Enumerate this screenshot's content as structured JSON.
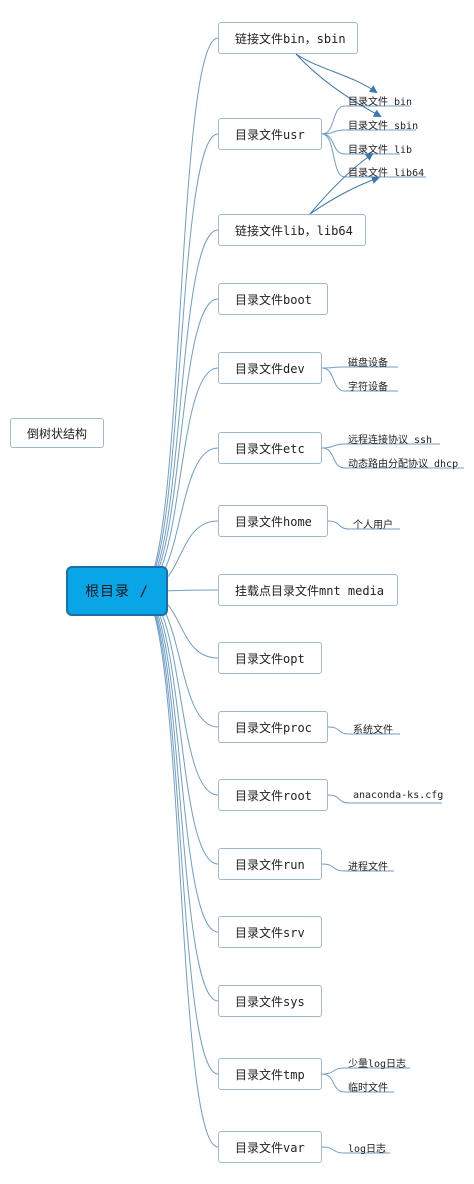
{
  "title": "倒树状结构",
  "root": "根目录 /",
  "branches": [
    {
      "label": "链接文件bin，sbin",
      "children": []
    },
    {
      "label": "目录文件usr",
      "children": [
        "目录文件 bin",
        "目录文件 sbin",
        "目录文件 lib",
        "目录文件 lib64"
      ]
    },
    {
      "label": "链接文件lib，lib64",
      "children": []
    },
    {
      "label": "目录文件boot",
      "children": []
    },
    {
      "label": "目录文件dev",
      "children": [
        "磁盘设备",
        "字符设备"
      ]
    },
    {
      "label": "目录文件etc",
      "children": [
        "远程连接协议 ssh",
        "动态路由分配协议 dhcp"
      ]
    },
    {
      "label": "目录文件home",
      "children": [
        "个人用户"
      ]
    },
    {
      "label": "挂载点目录文件mnt media",
      "children": []
    },
    {
      "label": "目录文件opt",
      "children": []
    },
    {
      "label": "目录文件proc",
      "children": [
        "系统文件"
      ]
    },
    {
      "label": "目录文件root",
      "children": [
        "anaconda-ks.cfg"
      ]
    },
    {
      "label": "目录文件run",
      "children": [
        "进程文件"
      ]
    },
    {
      "label": "目录文件srv",
      "children": []
    },
    {
      "label": "目录文件sys",
      "children": []
    },
    {
      "label": "目录文件tmp",
      "children": [
        "少量log日志",
        "临时文件"
      ]
    },
    {
      "label": "目录文件var",
      "children": [
        "log日志"
      ]
    }
  ],
  "colors": {
    "line": "#6f9ec4",
    "arrow": "#3b78b0",
    "root_fill": "#0aa5e6",
    "node_border": "#9eb8cf"
  }
}
